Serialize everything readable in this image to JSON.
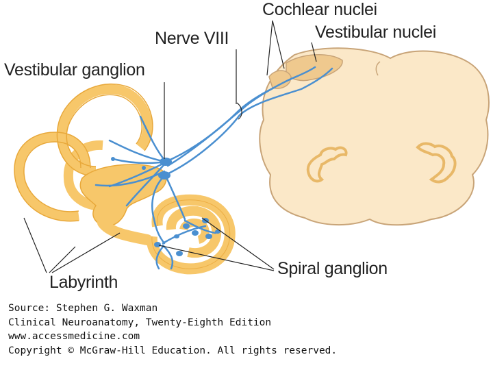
{
  "labels": {
    "cochlear_nuclei": "Cochlear nuclei",
    "vestibular_nuclei": "Vestibular nuclei",
    "nerve_viii": "Nerve VIII",
    "vestibular_ganglion": "Vestibular ganglion",
    "labyrinth": "Labyrinth",
    "spiral_ganglion": "Spiral ganglion"
  },
  "credits": {
    "source": "Source: Stephen G. Waxman",
    "book": "Clinical Neuroanatomy, Twenty-Eighth Edition",
    "url": "www.accessmedicine.com",
    "copyright": "Copyright © McGraw-Hill Education. All rights reserved."
  },
  "colors": {
    "labyrinth_fill": "#f7c76a",
    "labyrinth_stroke": "#e8a83a",
    "brainstem_fill": "#fbe8c8",
    "brainstem_stroke": "#c8a478",
    "nuclei_fill": "#efc98e",
    "nerve": "#4a8fd0",
    "olive": "#e8b868"
  }
}
